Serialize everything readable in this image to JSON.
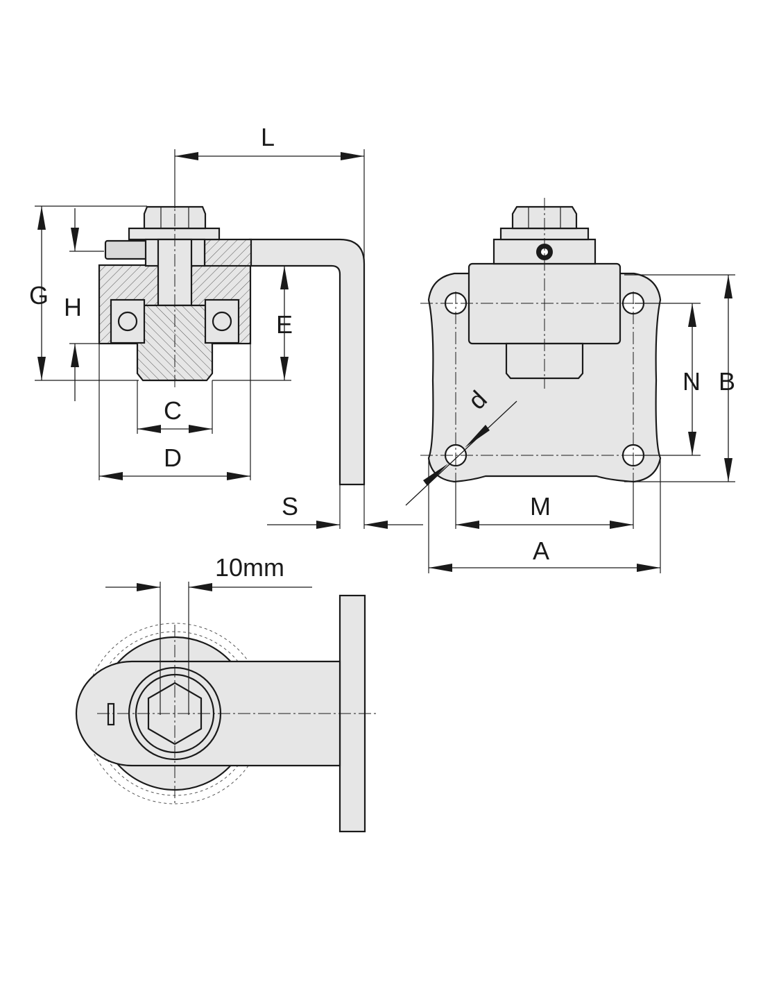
{
  "labels": {
    "L": "L",
    "G": "G",
    "H": "H",
    "E": "E",
    "C": "C",
    "D": "D",
    "S": "S",
    "N": "N",
    "B": "B",
    "d": "d",
    "M": "M",
    "A": "A",
    "ten_mm": "10mm"
  },
  "colors": {
    "line": "#1a1a1a",
    "fill": "#e6e6e6",
    "background": "#ffffff"
  }
}
